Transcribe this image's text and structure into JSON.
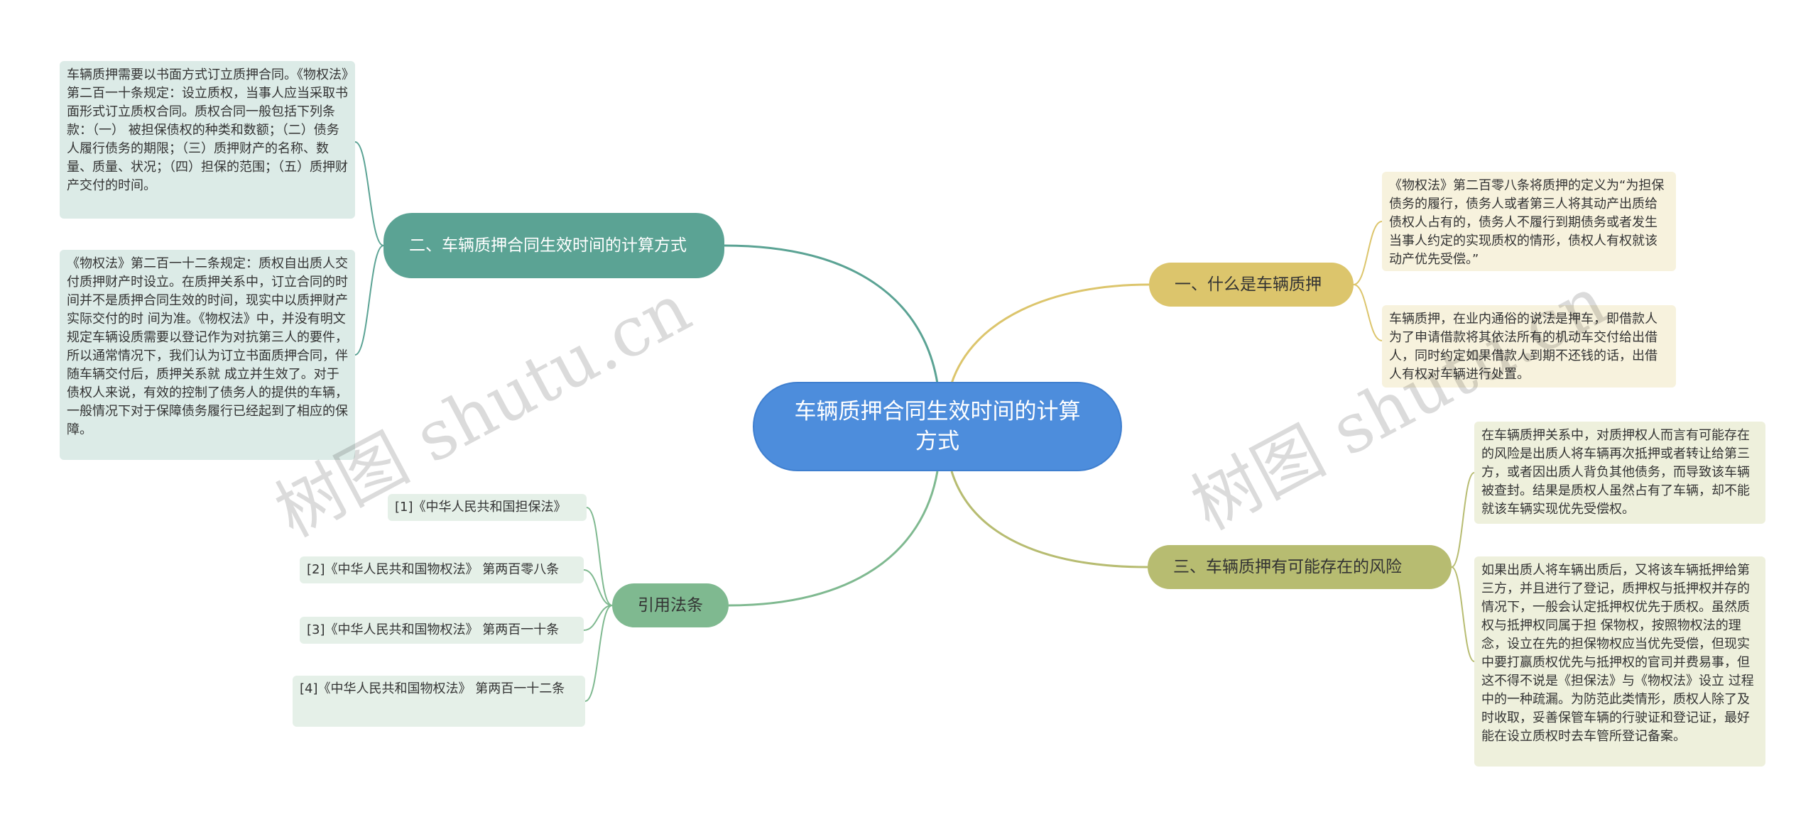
{
  "root": {
    "label": "车辆质押合同生效时间的计算方式"
  },
  "branches": {
    "b1": {
      "label": "一、什么是车辆质押"
    },
    "b2": {
      "label": "二、车辆质押合同生效时间的计算方式"
    },
    "b3": {
      "label": "三、车辆质押有可能存在的风险"
    },
    "b4": {
      "label": "引用法条"
    }
  },
  "notes": {
    "b1_1": "《物权法》第二百零八条将质押的定义为“为担保债务的履行，债务人或者第三人将其动产出质给债权人占有的，债务人不履行到期债务或者发生当事人约定的实现质权的情形，债权人有权就该动产优先受偿。”",
    "b1_2": "车辆质押，在业内通俗的说法是押车，即借款人为了申请借款将其依法所有的机动车交付给出借人，同时约定如果借款人到期不还钱的话，出借人有权对车辆进行处置。",
    "b2_1": "车辆质押需要以书面方式订立质押合同。《物权法》第二百一十条规定：设立质权，当事人应当采取书面形式订立质权合同。质权合同一般包括下列条款：（一） 被担保债权的种类和数额；（二）债务人履行债务的期限；（三）质押财产的名称、数量、质量、状况；（四）担保的范围；（五）质押财产交付的时间。",
    "b2_2": "《物权法》第二百一十二条规定：质权自出质人交付质押财产时设立。在质押关系中，订立合同的时间并不是质押合同生效的时间，现实中以质押财产实际交付的时 间为准。《物权法》中，并没有明文规定车辆设质需要以登记作为对抗第三人的要件，所以通常情况下，我们认为订立书面质押合同，伴随车辆交付后，质押关系就 成立并生效了。对于债权人来说，有效的控制了债务人的提供的车辆，一般情况下对于保障债务履行已经起到了相应的保障。",
    "b3_1": "在车辆质押关系中，对质押权人而言有可能存在的风险是出质人将车辆再次抵押或者转让给第三方，或者因出质人背负其他债务，而导致该车辆被查封。结果是质权人虽然占有了车辆，却不能就该车辆实现优先受偿权。",
    "b3_2": "如果出质人将车辆出质后，又将该车辆抵押给第三方，并且进行了登记，质押权与抵押权并存的情况下，一般会认定抵押权优先于质权。虽然质权与抵押权同属于担 保物权，按照物权法的理念，设立在先的担保物权应当优先受偿，但现实中要打赢质权优先与抵押权的官司并费易事，但这不得不说是《担保法》与《物权法》设立 过程中的一种疏漏。为防范此类情形，质权人除了及时收取，妥善保管车辆的行驶证和登记证，最好能在设立质权时去车管所登记备案。",
    "b4_1": "[1]《中华人民共和国担保法》",
    "b4_2": "[2]《中华人民共和国物权法》 第两百零八条",
    "b4_3": "[3]《中华人民共和国物权法》 第两百一十条",
    "b4_4": "[4]《中华人民共和国物权法》 第两百一十二条"
  },
  "watermarks": [
    "树图 shutu.cn",
    "树图 shutu.cn"
  ],
  "colors": {
    "root": "#4d8ddc",
    "teal": "#5ba394",
    "yellow": "#dcc56c",
    "olive": "#b7bc71",
    "green": "#7fb990"
  }
}
